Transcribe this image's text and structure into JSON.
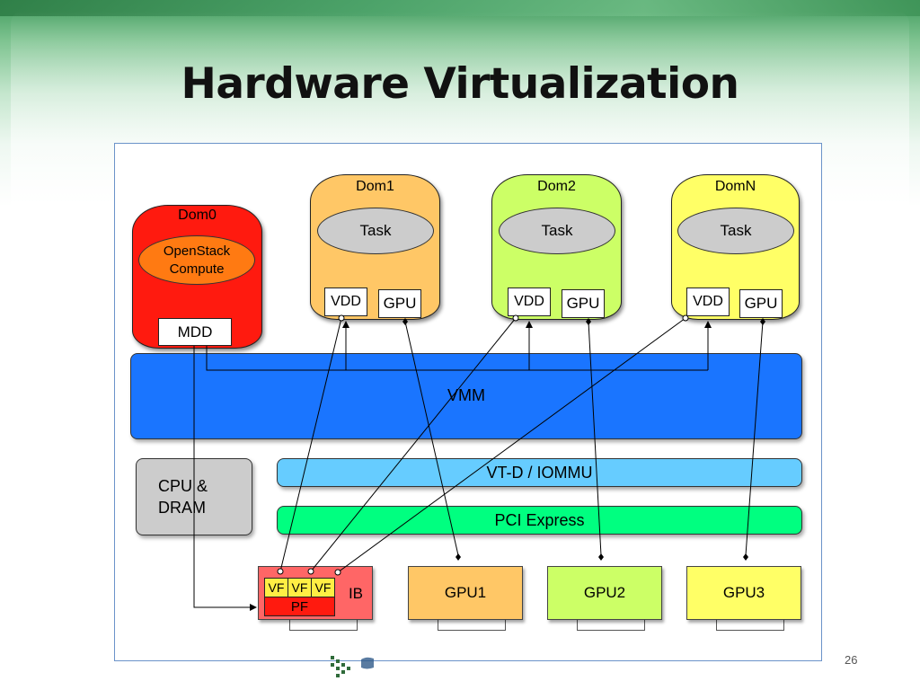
{
  "slide": {
    "title": "Hardware Virtualization",
    "page_number": "26"
  },
  "domains": {
    "dom0": {
      "label": "Dom0",
      "app": "OpenStack Compute",
      "driver": "MDD"
    },
    "dom1": {
      "label": "Dom1",
      "task": "Task",
      "vdd": "VDD",
      "gpu": "GPU"
    },
    "dom2": {
      "label": "Dom2",
      "task": "Task",
      "vdd": "VDD",
      "gpu": "GPU"
    },
    "domn": {
      "label": "DomN",
      "task": "Task",
      "vdd": "VDD",
      "gpu": "GPU"
    }
  },
  "layers": {
    "vmm": "VMM",
    "vtd": "VT-D / IOMMU",
    "pcie": "PCI Express",
    "cpu": "CPU & DRAM"
  },
  "hardware": {
    "ib": {
      "label": "IB",
      "pf": "PF",
      "vfs": [
        "VF",
        "VF",
        "VF"
      ]
    },
    "gpu1": "GPU1",
    "gpu2": "GPU2",
    "gpu3": "GPU3"
  },
  "colors": {
    "dom0": "#ff1a0f",
    "dom1": "#ffc766",
    "dom2": "#ccff66",
    "domn": "#ffff66",
    "vmm": "#1a75ff",
    "vtd": "#66ccff",
    "pcie": "#00ff80",
    "cpu": "#cccccc",
    "ib": "#ff6666"
  }
}
